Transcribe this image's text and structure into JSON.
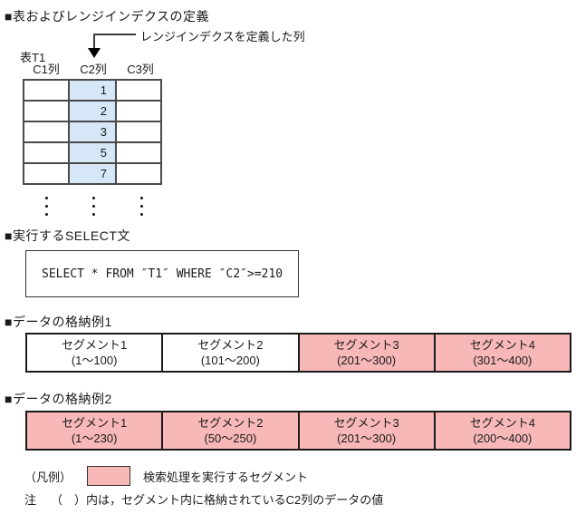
{
  "colors": {
    "column_highlight": "#d6e8f8",
    "segment_highlight": "#f8b8b8"
  },
  "definition": {
    "heading": "■表およびレンジインデクスの定義",
    "arrow_label": "レンジインデクスを定義した列",
    "table_name": "表T1",
    "column_headers": [
      "C1列",
      "C2列",
      "C3列"
    ],
    "c2_values": [
      "1",
      "2",
      "3",
      "5",
      "7"
    ]
  },
  "select": {
    "heading": "■実行するSELECT文",
    "sql": "SELECT * FROM ″T1″ WHERE ″C2″>=210"
  },
  "storage1": {
    "heading": "■データの格納例1",
    "segments": [
      {
        "name": "セグメント1",
        "range": "(1～100)",
        "highlighted": false
      },
      {
        "name": "セグメント2",
        "range": "(101～200)",
        "highlighted": false
      },
      {
        "name": "セグメント3",
        "range": "(201～300)",
        "highlighted": true
      },
      {
        "name": "セグメント4",
        "range": "(301～400)",
        "highlighted": true
      }
    ]
  },
  "storage2": {
    "heading": "■データの格納例2",
    "segments": [
      {
        "name": "セグメント1",
        "range": "(1～230)",
        "highlighted": true
      },
      {
        "name": "セグメント2",
        "range": "(50～250)",
        "highlighted": true
      },
      {
        "name": "セグメント3",
        "range": "(201～300)",
        "highlighted": true
      },
      {
        "name": "セグメント4",
        "range": "(200～400)",
        "highlighted": true
      }
    ]
  },
  "legend": {
    "label": "（凡例）",
    "swatch_meaning": "検索処理を実行するセグメント"
  },
  "note": {
    "label": "注",
    "text": "（　）内は，セグメント内に格納されているC2列のデータの値"
  }
}
